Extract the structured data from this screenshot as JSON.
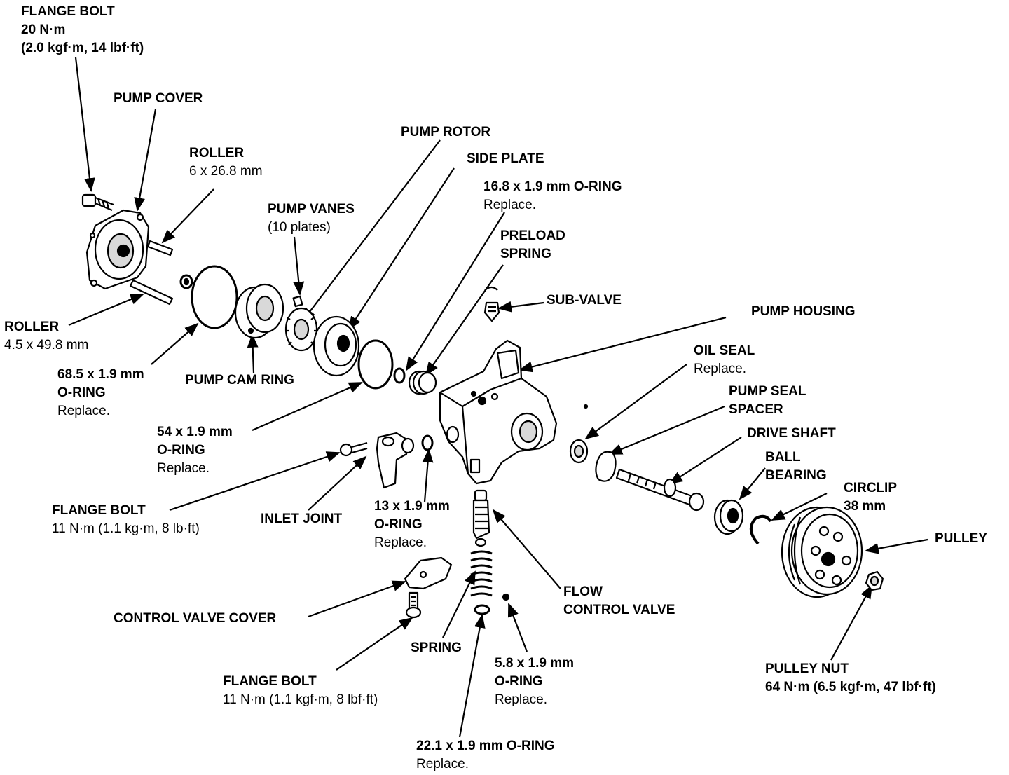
{
  "labels": {
    "flange_bolt_top": [
      "FLANGE BOLT",
      "20 N·m",
      "(2.0 kgf·m, 14 lbf·ft)"
    ],
    "pump_cover": [
      "PUMP COVER"
    ],
    "roller_top": [
      "ROLLER",
      "6 x 26.8 mm"
    ],
    "pump_rotor": [
      "PUMP ROTOR"
    ],
    "side_plate": [
      "SIDE PLATE"
    ],
    "oring_16_8": [
      "16.8 x 1.9 mm O-RING",
      "Replace."
    ],
    "pump_vanes": [
      "PUMP VANES",
      "(10 plates)"
    ],
    "preload_spring": [
      "PRELOAD",
      "SPRING"
    ],
    "sub_valve": [
      "SUB-VALVE"
    ],
    "pump_housing": [
      "PUMP HOUSING"
    ],
    "roller_left": [
      "ROLLER",
      "4.5 x 49.8 mm"
    ],
    "oring_68_5": [
      "68.5 x 1.9 mm",
      "O-RING",
      "Replace."
    ],
    "pump_cam_ring": [
      "PUMP CAM RING"
    ],
    "oil_seal": [
      "OIL SEAL",
      "Replace."
    ],
    "pump_seal_spacer": [
      "PUMP SEAL",
      "SPACER"
    ],
    "oring_54": [
      "54 x 1.9 mm",
      "O-RING",
      "Replace."
    ],
    "drive_shaft": [
      "DRIVE SHAFT"
    ],
    "ball_bearing": [
      "BALL",
      "BEARING"
    ],
    "circlip": [
      "CIRCLIP",
      "38 mm"
    ],
    "pulley": [
      "PULLEY"
    ],
    "flange_bolt_mid": [
      "FLANGE BOLT",
      "11 N·m (1.1 kg·m, 8 lb·ft)"
    ],
    "inlet_joint": [
      "INLET JOINT"
    ],
    "oring_13": [
      "13 x 1.9 mm",
      "O-RING",
      "Replace."
    ],
    "flow_control_valve": [
      "FLOW",
      "CONTROL VALVE"
    ],
    "control_valve_cover": [
      "CONTROL VALVE COVER"
    ],
    "spring": [
      "SPRING"
    ],
    "oring_5_8": [
      "5.8 x 1.9 mm",
      "O-RING",
      "Replace."
    ],
    "pulley_nut": [
      "PULLEY NUT",
      "64 N·m (6.5 kgf·m, 47 lbf·ft)"
    ],
    "flange_bolt_bottom": [
      "FLANGE BOLT",
      "11 N·m (1.1 kgf·m, 8 lbf·ft)"
    ],
    "oring_22_1": [
      "22.1 x 1.9 mm O-RING",
      "Replace."
    ]
  },
  "colors": {
    "ink": "#000000",
    "paper": "#ffffff",
    "shade": "#d9d9d9"
  }
}
